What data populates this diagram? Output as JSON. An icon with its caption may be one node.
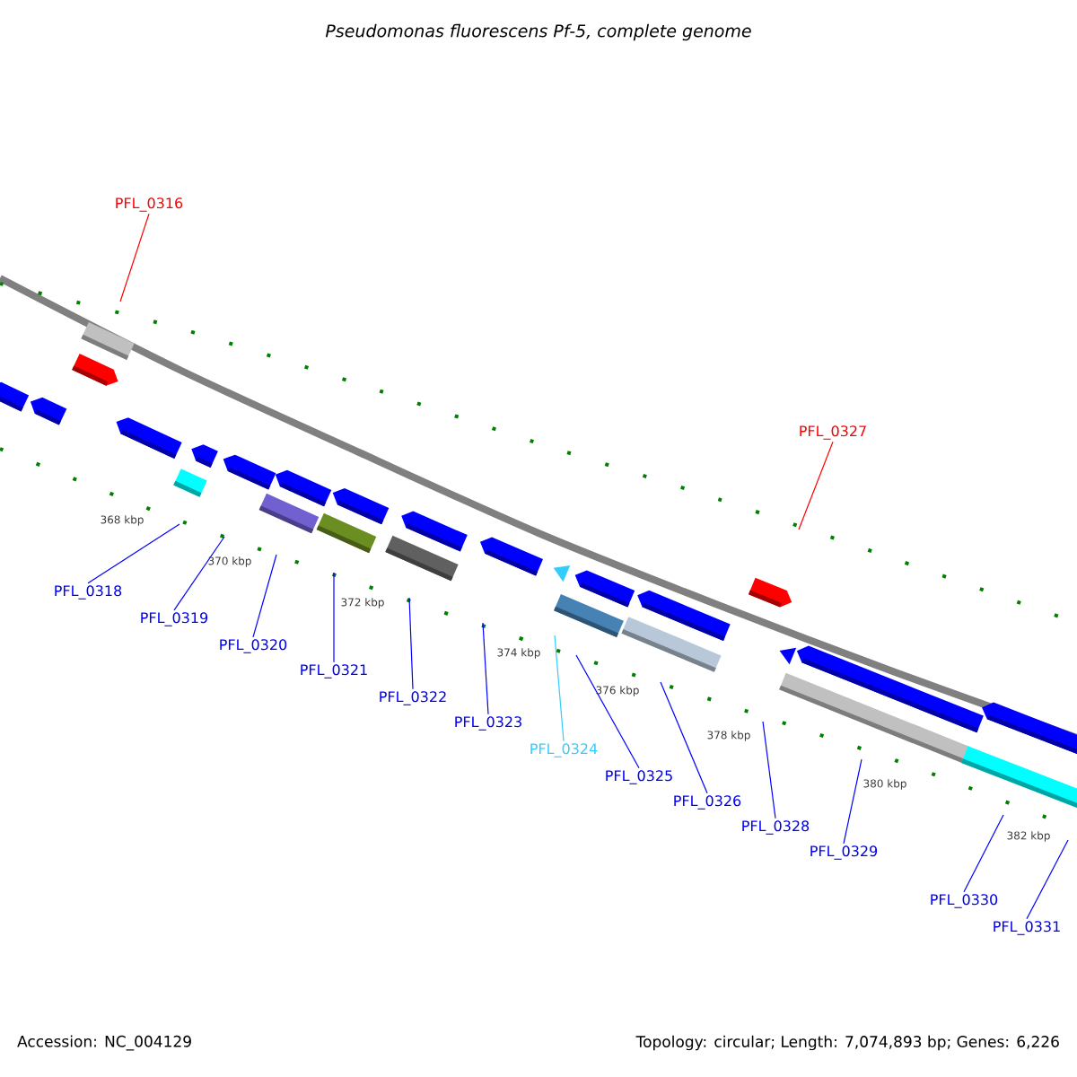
{
  "diagram": {
    "title": "Pseudomonas fluorescens Pf-5, complete genome",
    "nodes": [
      {
        "text": [
          "PFL_0316"
        ]
      },
      {
        "text": [
          "PFL_0327"
        ]
      },
      {
        "text": [
          "PFL_0318"
        ]
      },
      {
        "text": [
          "PFL_0319"
        ]
      },
      {
        "text": [
          "PFL_0320"
        ]
      },
      {
        "text": [
          "PFL_0321"
        ]
      },
      {
        "text": [
          "PFL_0322"
        ]
      },
      {
        "text": [
          "PFL_0323"
        ]
      },
      {
        "text": [
          "PFL_0324"
        ]
      },
      {
        "text": [
          "PFL_0325"
        ]
      },
      {
        "text": [
          "PFL_0326"
        ]
      },
      {
        "text": [
          "PFL_0328"
        ]
      },
      {
        "text": [
          "PFL_0329"
        ]
      },
      {
        "text": [
          "PFL_0330"
        ]
      },
      {
        "text": [
          "PFL_0331"
        ]
      }
    ],
    "edges": [
      {
        "from": 0,
        "to": null,
        "arrow": "none",
        "color": "#ff0000"
      },
      {
        "from": 1,
        "to": null,
        "arrow": "none",
        "color": "#ff0000"
      },
      {
        "from": 2,
        "to": null,
        "arrow": "none"
      },
      {
        "from": 3,
        "to": null,
        "arrow": "none"
      },
      {
        "from": 4,
        "to": null,
        "arrow": "none"
      },
      {
        "from": 5,
        "to": null,
        "arrow": "none"
      },
      {
        "from": 6,
        "to": null,
        "arrow": "none"
      },
      {
        "from": 7,
        "to": null,
        "arrow": "none"
      },
      {
        "from": 8,
        "to": null,
        "arrow": "none",
        "color": "#33ccff"
      },
      {
        "from": 9,
        "to": null,
        "arrow": "none"
      },
      {
        "from": 10,
        "to": null,
        "arrow": "none"
      },
      {
        "from": 11,
        "to": null,
        "arrow": "none"
      },
      {
        "from": 12,
        "to": null,
        "arrow": "none"
      },
      {
        "from": 13,
        "to": null,
        "arrow": "none"
      },
      {
        "from": 14,
        "to": null,
        "arrow": "none"
      }
    ],
    "labels": [
      "368 kbp",
      "370 kbp",
      "372 kbp",
      "374 kbp",
      "376 kbp",
      "378 kbp",
      "380 kbp",
      "382 kbp",
      "Accession: NC_004129",
      "Topology: circular; Length: 7,074,893 bp; Genes: 6,226"
    ]
  }
}
